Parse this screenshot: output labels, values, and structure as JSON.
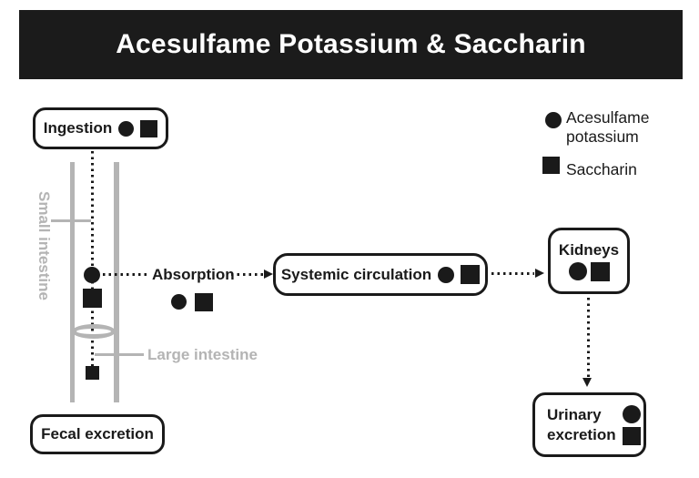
{
  "title": "Acesulfame Potassium & Saccharin",
  "legend": {
    "acesulfame": {
      "label": "Acesulfame potassium",
      "marker": "circle"
    },
    "saccharin": {
      "label": "Saccharin",
      "marker": "square"
    }
  },
  "nodes": {
    "ingestion": {
      "label": "Ingestion",
      "markers": [
        "circle",
        "square"
      ]
    },
    "absorption": {
      "label": "Absorption",
      "markers": [
        "circle",
        "square"
      ]
    },
    "systemic_circulation": {
      "label": "Systemic circulation",
      "markers": [
        "circle",
        "square"
      ]
    },
    "kidneys": {
      "label": "Kidneys",
      "markers": [
        "circle",
        "square"
      ]
    },
    "urinary_excretion": {
      "label": "Urinary excretion",
      "markers": [
        "circle",
        "square"
      ]
    },
    "fecal_excretion": {
      "label": "Fecal excretion",
      "markers": []
    }
  },
  "anatomy": {
    "small_intestine_label": "Small intestine",
    "large_intestine_label": "Large intestine"
  },
  "flow": {
    "small_intestine_path_markers": [
      "circle",
      "square"
    ],
    "large_intestine_path_marker": "square",
    "edges": [
      "ingestion -> small intestine (dotted)",
      "small intestine -> absorption -> systemic circulation (dotted arrow)",
      "systemic circulation -> kidneys (dotted arrow)",
      "kidneys -> urinary excretion (dotted arrow)",
      "large intestine -> fecal excretion"
    ]
  },
  "colors": {
    "banner_bg": "#1b1b1b",
    "banner_text": "#ffffff",
    "ink": "#1a1a1a",
    "anatomy_gray": "#b4b4b4",
    "background": "#ffffff"
  }
}
